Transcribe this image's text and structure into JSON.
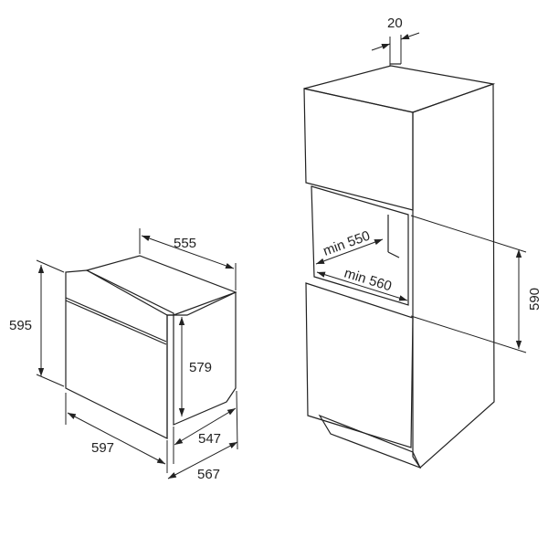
{
  "oven": {
    "width_label": "597",
    "height_label": "595",
    "depth_label": "555",
    "inner_height_label": "579",
    "depth_body_label": "547",
    "depth_total_label": "567"
  },
  "cabinet": {
    "gap_label": "20",
    "niche_height_label": "590",
    "min_depth_label": "min 550",
    "min_width_label": "min 560"
  },
  "colors": {
    "cabinet_fill": "#c9c9c9",
    "line": "#222222",
    "oven_fill": "#ffffff"
  }
}
